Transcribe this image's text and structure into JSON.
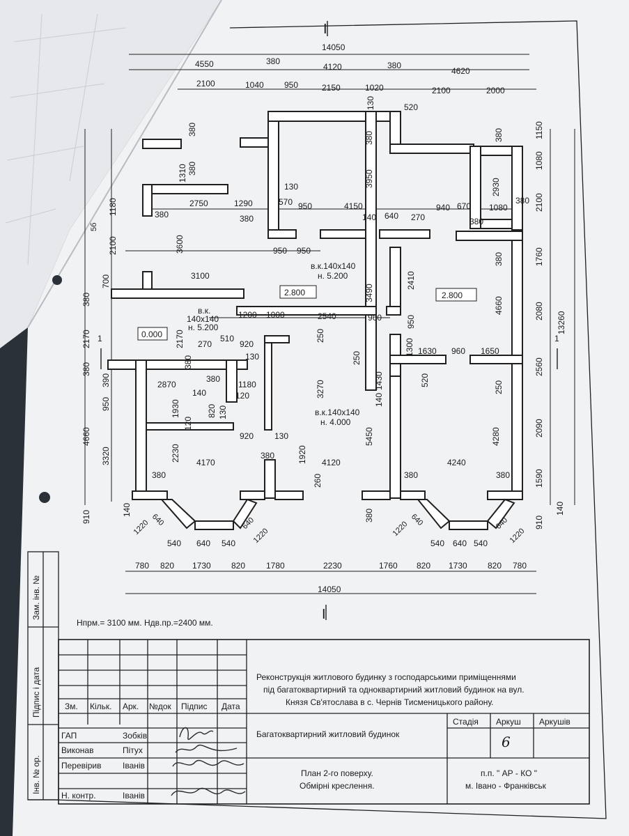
{
  "section_marks": {
    "top": "I",
    "bottom": "I",
    "side_left": "1",
    "side_right": "1"
  },
  "dims_top": {
    "overall": "14050",
    "row1": [
      "4550",
      "380",
      "4120",
      "380",
      "4620"
    ],
    "row2": [
      "2100",
      "1040",
      "950",
      "2150",
      "1020",
      "2100",
      "2000"
    ],
    "extra_520": "520",
    "extra_130": "130"
  },
  "dims_bottom": {
    "overall": "14050",
    "row": [
      "780",
      "820",
      "1730",
      "820",
      "1780",
      "2230",
      "1760",
      "820",
      "1730",
      "820",
      "780"
    ],
    "bay_left": [
      "540",
      "640",
      "540"
    ],
    "bay_right": [
      "540",
      "640",
      "540"
    ],
    "diag": [
      "640",
      "1220",
      "640",
      "1220",
      "640",
      "1220",
      "640",
      "1220"
    ]
  },
  "dims_left": {
    "outer": [
      "380",
      "2170",
      "380",
      "4660",
      "910"
    ],
    "inner": [
      "1180",
      "2100",
      "700",
      "390",
      "950",
      "3320",
      "140"
    ],
    "wall": [
      "1310",
      "380",
      "3600",
      "380",
      "2170",
      "1930",
      "2230",
      "380"
    ],
    "cut": "5б"
  },
  "dims_right": {
    "outer": "13260",
    "inner": [
      "1150",
      "1080",
      "2100",
      "1760",
      "2080",
      "2560",
      "2090",
      "1590",
      "910",
      "140"
    ],
    "wall": [
      "380",
      "2930",
      "380",
      "4660",
      "250",
      "4280",
      "380"
    ]
  },
  "dims_interior": [
    "2750",
    "1290",
    "570",
    "950",
    "4150",
    "940",
    "670",
    "1080",
    "380",
    "130",
    "380",
    "950",
    "950",
    "140",
    "640",
    "270",
    "380",
    "3100",
    "380",
    "3950",
    "380",
    "3490",
    "2410",
    "1200",
    "1000",
    "2540",
    "960",
    "950",
    "250",
    "270",
    "510",
    "920",
    "130",
    "250",
    "1300",
    "1630",
    "960",
    "1650",
    "2870",
    "380",
    "1180",
    "140",
    "120",
    "1430",
    "520",
    "140",
    "820",
    "130",
    "120",
    "3270",
    "920",
    "130",
    "5450",
    "1920",
    "4170",
    "380",
    "4120",
    "4240",
    "380",
    "260",
    "380",
    "380"
  ],
  "levels": {
    "left": "0.000",
    "center": "2.800",
    "right": "2.800"
  },
  "notes": {
    "vk1": [
      "в.к.140х140",
      "н. 5.200"
    ],
    "vk2": [
      "в.к.",
      "140х140",
      "н. 5.200"
    ],
    "vk3": [
      "в.к.140х140",
      "н. 4.000"
    ]
  },
  "heights": "Нпрм.= 3100 мм.     Ндв.пр.=2400 мм.",
  "side_stamp": [
    "Зам. інв. №",
    "Підпис і дата",
    "Інв. № ор."
  ],
  "title_block": {
    "headers": [
      "Зм.",
      "Кільк.",
      "Арк.",
      "№док",
      "Підпис",
      "Дата"
    ],
    "project": [
      "Реконструкція житлового будинку з господарськими приміщеннями",
      "під багатоквартирний та одноквартирний житловий будинок на вул.",
      "Князя Св'ятослава в с. Чернів Тисменицького району."
    ],
    "object": "Багатоквартирний житловий будинок",
    "stage_label": "Стадія",
    "sheet_label": "Аркуш",
    "sheets_label": "Аркушів",
    "sheet_no": "6",
    "drawing": [
      "План 2-го поверху.",
      "Обмірні креслення."
    ],
    "company": [
      "п.п. \" АР - КО \"",
      "м. Івано - Франківськ"
    ],
    "people": [
      {
        "role": "ГАП",
        "name": "Зобків"
      },
      {
        "role": "Виконав",
        "name": "Пітух"
      },
      {
        "role": "Перевірив",
        "name": "Іванів"
      },
      {
        "role": "Н. контр.",
        "name": "Іванів"
      }
    ]
  }
}
